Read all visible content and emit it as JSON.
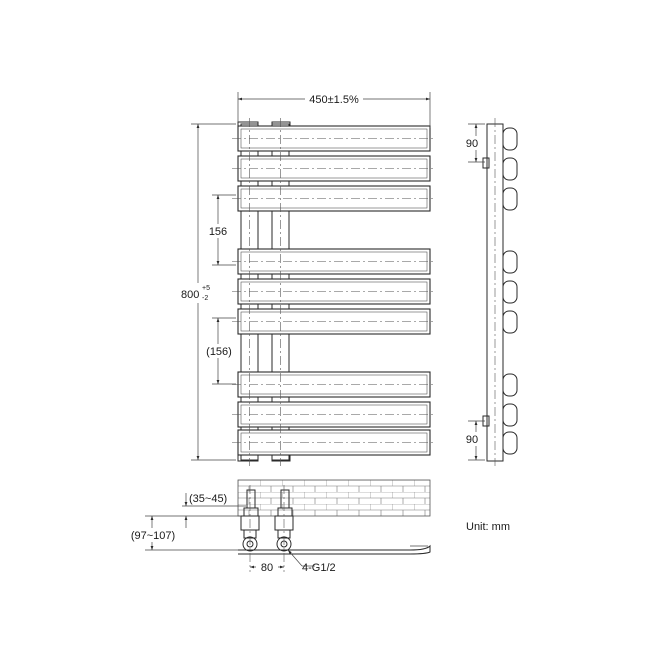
{
  "dimensions": {
    "width": "450±1.5%",
    "height_base": "800",
    "height_tol_upper": "+5",
    "height_tol_lower": "-2",
    "gap_upper": "156",
    "gap_lower": "(156)",
    "side_top_spacing": "90",
    "side_bottom_spacing": "90",
    "wall_offset": "(35~45)",
    "floor_offset": "(97~107)",
    "pipe_centers": "80",
    "connection": "4-G1/2"
  },
  "unit_label": "Unit: mm"
}
